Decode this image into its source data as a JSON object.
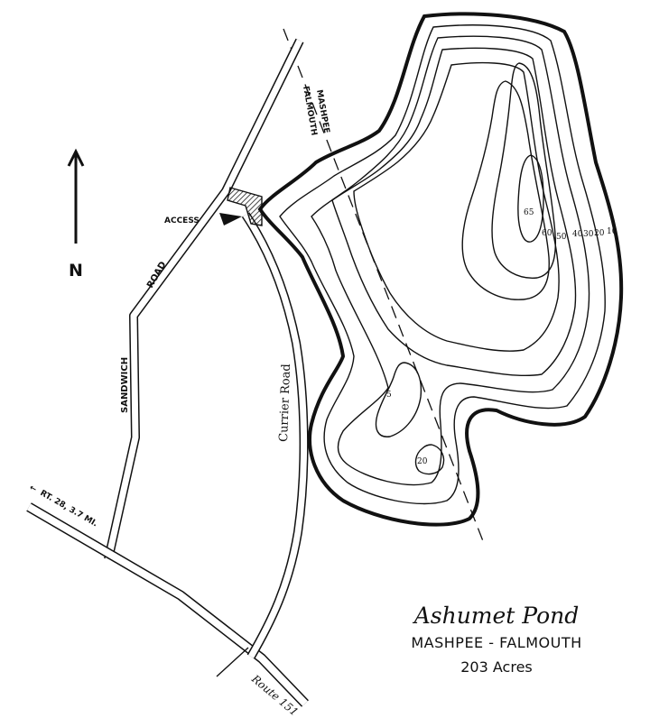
{
  "map": {
    "title": "Ashumet Pond",
    "towns": "MASHPEE - FALMOUTH",
    "area": "203 Acres",
    "north_label": "N",
    "access_label": "ACCESS",
    "roads": {
      "sandwich_1": "SANDWICH",
      "sandwich_2": "ROAD",
      "currier": "Currier Road",
      "route151": "Route 151",
      "rt28": "RT. 28, 3.7 MI."
    },
    "town_line": {
      "falmouth": "FALMOUTH",
      "mashpee": "MASHPEE"
    },
    "depths": [
      "65",
      "60",
      "50",
      "40",
      "30",
      "20",
      "10",
      "5",
      "20"
    ]
  }
}
